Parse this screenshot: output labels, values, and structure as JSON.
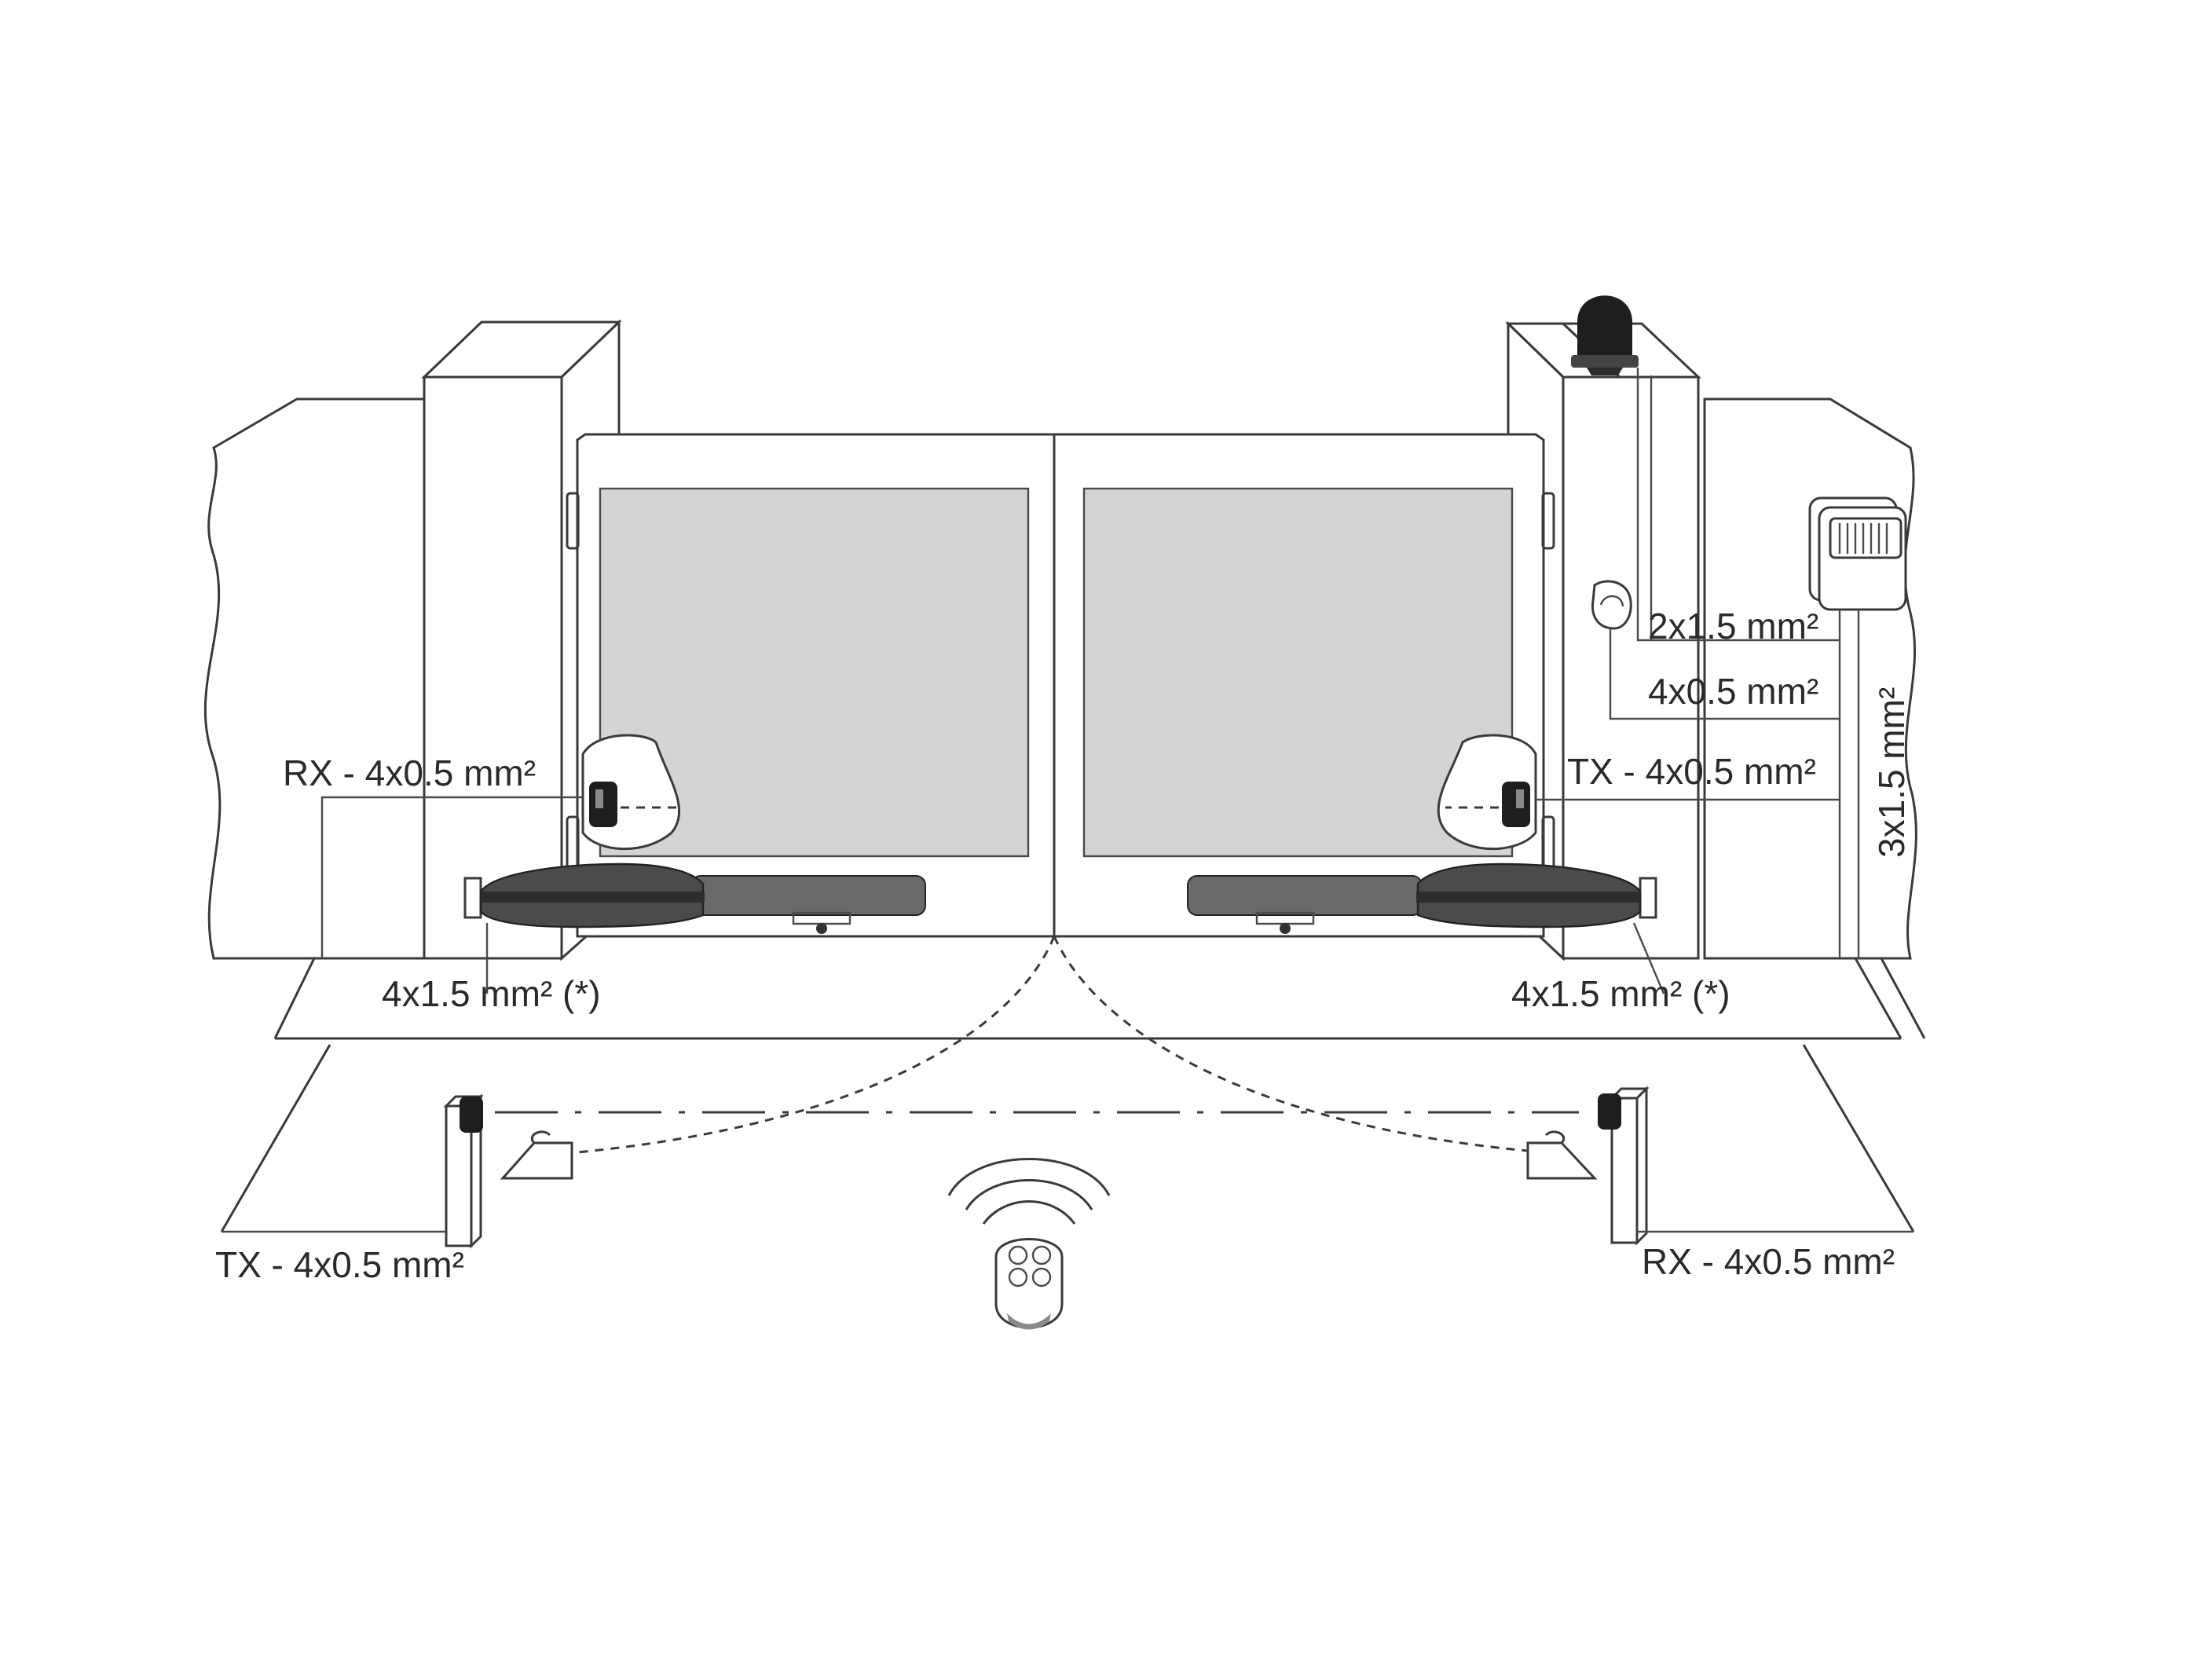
{
  "labels": {
    "lamp_cable": "2x1.5 mm²",
    "key_switch_cable": "4x0.5 mm²",
    "tx_post_right_cable": "TX - 4x0.5 mm²",
    "power_cable": "3x1.5 mm²",
    "rx_post_left_cable": "RX - 4x0.5 mm²",
    "motor_left_cable": "4x1.5 mm² (*)",
    "motor_right_cable": "4x1.5 mm² (*)",
    "tx_column_left_cable": "TX - 4x0.5 mm²",
    "rx_column_right_cable": "RX - 4x0.5 mm²"
  },
  "colors": {
    "line": "#3a3a3a",
    "gate_panel": "#d3d4d6",
    "motor": "#4b4b4d",
    "flashing_lamp": "#1e1e1e"
  },
  "icons": {
    "flashing_lamp": "flashing-lamp-icon",
    "key_switch": "key-switch-icon",
    "control_unit": "control-unit-icon",
    "remote": "remote-control-icon"
  }
}
